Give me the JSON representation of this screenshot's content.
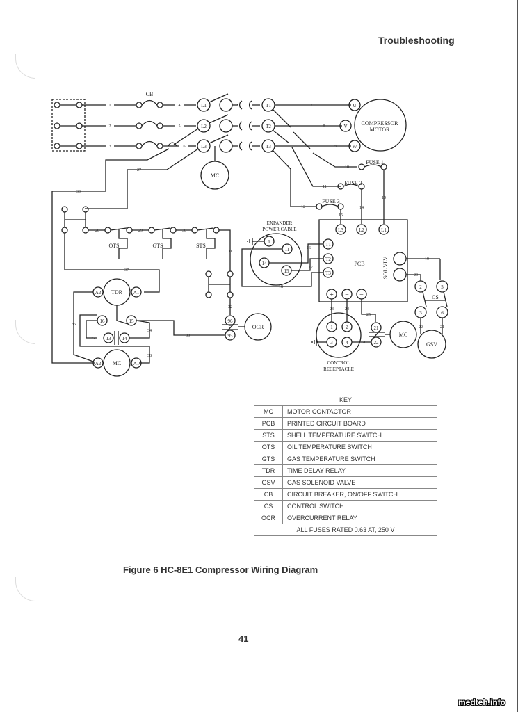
{
  "header": {
    "section_title": "Troubleshooting"
  },
  "diagram": {
    "labels": {
      "cb": "CB",
      "l1": "L1",
      "l2": "L2",
      "l3": "L3",
      "t1": "T1",
      "t2": "T2",
      "t3": "T3",
      "u": "U",
      "v": "V",
      "w": "W",
      "compressor_line1": "COMPRESSOR",
      "compressor_line2": "MOTOR",
      "mc": "MC",
      "fuse1": "FUSE 1",
      "fuse2": "FUSE 2",
      "fuse3": "FUSE 3",
      "ots": "OTS",
      "gts": "GTS",
      "sts": "STS",
      "expander_line1": "EXPANDER",
      "expander_line2": "POWER CABLE",
      "pcb": "PCB",
      "sol_vlv": "SOL VLV",
      "pcb_l3": "L3",
      "pcb_l2": "L2",
      "pcb_l1": "L1",
      "pcb_t1": "T1",
      "pcb_t2": "T2",
      "pcb_t3": "T3",
      "pcb_plus": "+",
      "pcb_minus": "−",
      "exp_pin_1": "1",
      "exp_pin_11": "11",
      "exp_pin_14": "14",
      "exp_pin_15": "15",
      "tdr": "TDR",
      "a1": "A1",
      "a2": "A2",
      "tdr_16": "16",
      "tdr_15": "15",
      "tdr_13": "13",
      "tdr_14": "14",
      "ocr": "OCR",
      "ocr_96": "96",
      "ocr_95": "95",
      "ctl_1": "1",
      "ctl_2": "2",
      "ctl_3": "3",
      "ctl_4": "4",
      "mc_21": "21",
      "mc_22": "22",
      "control_line1": "CONTROL",
      "control_line2": "RECEPTACLE",
      "cs": "CS",
      "cs_2": "2",
      "cs_3": "3",
      "cs_5": "5",
      "cs_6": "6",
      "gsv": "GSV"
    },
    "wire_numbers": [
      "1",
      "2",
      "3",
      "4",
      "5",
      "6",
      "7",
      "8",
      "9",
      "10",
      "11",
      "12",
      "13",
      "14",
      "15",
      "16",
      "17",
      "18",
      "19",
      "20",
      "21",
      "22",
      "23",
      "24",
      "25",
      "26",
      "27",
      "28",
      "29",
      "30",
      "31",
      "32",
      "33",
      "34",
      "35",
      "36",
      "37",
      "38",
      "39"
    ]
  },
  "key": {
    "title": "KEY",
    "rows": [
      {
        "abbr": "MC",
        "desc": "MOTOR CONTACTOR"
      },
      {
        "abbr": "PCB",
        "desc": "PRINTED CIRCUIT BOARD"
      },
      {
        "abbr": "STS",
        "desc": "SHELL TEMPERATURE SWITCH"
      },
      {
        "abbr": "OTS",
        "desc": "OIL TEMPERATURE SWITCH"
      },
      {
        "abbr": "GTS",
        "desc": "GAS TEMPERATURE SWITCH"
      },
      {
        "abbr": "TDR",
        "desc": "TIME DELAY RELAY"
      },
      {
        "abbr": "GSV",
        "desc": "GAS SOLENOID VALVE"
      },
      {
        "abbr": "CB",
        "desc": "CIRCUIT BREAKER, ON/OFF SWITCH"
      },
      {
        "abbr": "CS",
        "desc": "CONTROL SWITCH"
      },
      {
        "abbr": "OCR",
        "desc": "OVERCURRENT RELAY"
      }
    ],
    "footer": "ALL FUSES RATED 0.63 AT, 250 V"
  },
  "caption": "Figure 6  HC-8E1 Compressor Wiring Diagram",
  "page_number": "41",
  "watermark": "medteh.info"
}
